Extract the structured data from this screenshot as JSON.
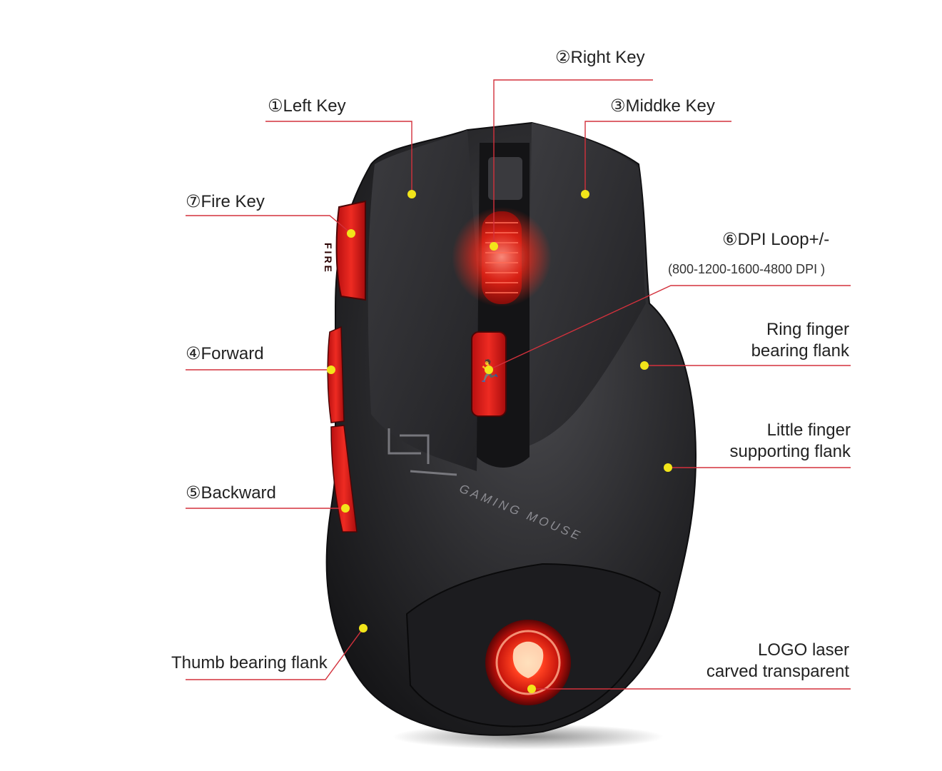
{
  "diagram": {
    "callouts": {
      "right_key": "②Right Key",
      "left_key": "①Left Key",
      "middle_key": "③Middkе Key",
      "fire_key": "⑦Fire Key",
      "dpi_loop": "⑥DPI Loop+/-",
      "dpi_values": "(800-1200-1600-4800 DPI )",
      "ring_finger_1": "Ring finger",
      "ring_finger_2": "bearing flank",
      "forward": "④Forward",
      "little_finger_1": "Little finger",
      "little_finger_2": "supporting flank",
      "backward": "⑤Backward",
      "thumb": "Thumb bearing flank",
      "logo_1": "LOGO laser",
      "logo_2": "carved transparent"
    },
    "mouse_text": {
      "side_button": "FIRE",
      "branding": "GAMING MOUSE"
    },
    "colors": {
      "leader_line": "#d3313c",
      "marker": "#f2e51a",
      "mouse_body": "#2a2a2c",
      "accent_red": "#e0201e",
      "glow_red": "#ff2a1a"
    }
  }
}
